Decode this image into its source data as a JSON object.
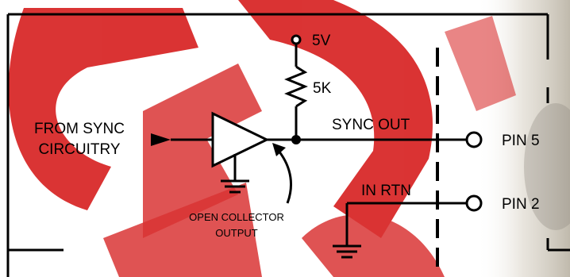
{
  "labels": {
    "supply_voltage": "5V",
    "pullup_resistor": "5K",
    "input_line1": "FROM SYNC",
    "input_line2": "CIRCUITRY",
    "sync_out": "SYNC OUT",
    "in_rtn": "IN RTN",
    "pin5": "PIN 5",
    "pin2": "PIN 2",
    "open_collector_line1": "OPEN COLLECTOR",
    "open_collector_line2": "OUTPUT"
  },
  "colors": {
    "watermark": "#d61e1e",
    "ink": "#000000",
    "background": "#ffffff",
    "photo_edge": "#c9c2b4"
  }
}
